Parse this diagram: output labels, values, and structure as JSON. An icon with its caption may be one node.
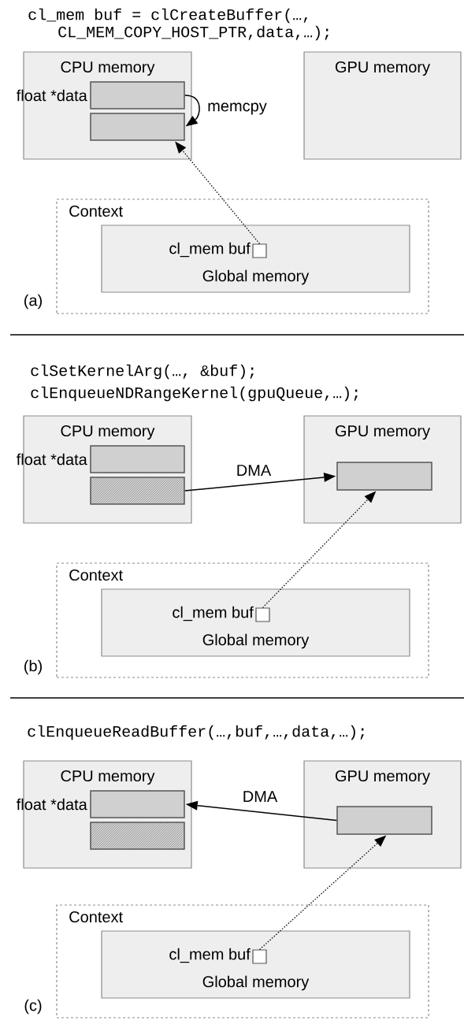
{
  "diagram": {
    "nodes": [
      {
        "text": [
          "CPU memory"
        ]
      },
      {
        "text": [],
        "shape": "box",
        "in": 0,
        "beside": [
          "float *data"
        ]
      },
      {
        "text": [],
        "shape": "box",
        "in": 0
      },
      {
        "text": [
          "GPU memory"
        ]
      },
      {
        "text": [
          "Context"
        ]
      },
      {
        "text": [
          "cl_mem buf",
          "Global memory"
        ],
        "in": 4
      },
      {
        "text": [],
        "shape": "box",
        "in": 5
      },
      {
        "text": [
          "CPU memory"
        ]
      },
      {
        "text": [],
        "shape": "box",
        "in": 7,
        "beside": [
          "float *data"
        ]
      },
      {
        "text": [],
        "shape": "box",
        "in": 7
      },
      {
        "text": [
          "GPU memory"
        ]
      },
      {
        "text": [],
        "shape": "box",
        "in": 10
      },
      {
        "text": [
          "Context"
        ]
      },
      {
        "text": [
          "cl_mem buf",
          "Global memory"
        ],
        "in": 12
      },
      {
        "text": [],
        "shape": "box",
        "in": 13
      },
      {
        "text": [
          "CPU memory"
        ]
      },
      {
        "text": [],
        "shape": "box",
        "in": 15,
        "beside": [
          "float *data"
        ]
      },
      {
        "text": [],
        "shape": "box",
        "in": 15
      },
      {
        "text": [
          "GPU memory"
        ]
      },
      {
        "text": [],
        "shape": "box",
        "in": 18
      },
      {
        "text": [
          "Context"
        ]
      },
      {
        "text": [
          "cl_mem buf",
          "Global memory"
        ],
        "in": 20
      },
      {
        "text": [],
        "shape": "box",
        "in": 21
      }
    ],
    "edges": [
      {
        "from": 1,
        "to": 2,
        "arrow": "to",
        "label": "memcpy"
      },
      {
        "from": 6,
        "to": 2,
        "arrow": "to",
        "style": "dashed"
      },
      {
        "from": 9,
        "to": 11,
        "arrow": "to",
        "label": "DMA"
      },
      {
        "from": 14,
        "to": 11,
        "arrow": "to",
        "style": "dashed"
      },
      {
        "from": 19,
        "to": 16,
        "arrow": "to",
        "label": "DMA"
      },
      {
        "from": 22,
        "to": 19,
        "arrow": "to",
        "style": "dashed"
      }
    ],
    "labels": [
      "cl_mem buf = clCreateBuffer(…,",
      "CL_MEM_COPY_HOST_PTR,data,…);",
      "(a)",
      "clSetKernelArg(…, &buf);",
      "clEnqueueNDRangeKernel(gpuQueue,…);",
      "(b)",
      "clEnqueueReadBuffer(…,buf,…,data,…);",
      "(c)"
    ]
  }
}
